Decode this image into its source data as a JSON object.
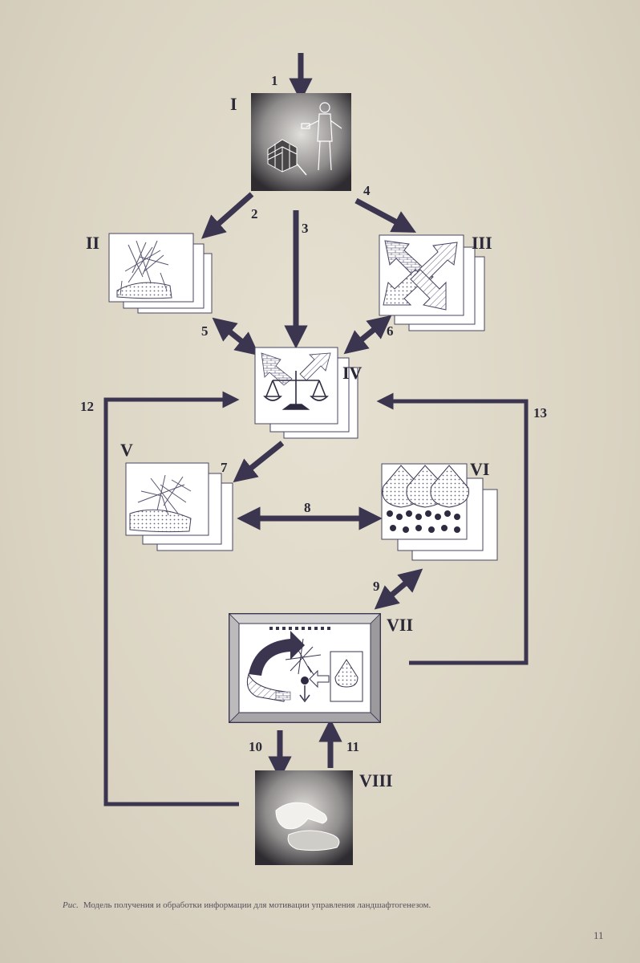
{
  "stages": {
    "I": "I",
    "II": "II",
    "III": "III",
    "IV": "IV",
    "V": "V",
    "VI": "VI",
    "VII": "VII",
    "VIII": "VIII"
  },
  "flows": {
    "f1": "1",
    "f2": "2",
    "f3": "3",
    "f4": "4",
    "f5": "5",
    "f6": "6",
    "f7": "7",
    "f8": "8",
    "f9": "9",
    "f10": "10",
    "f11": "11",
    "f12": "12",
    "f13": "13"
  },
  "caption": {
    "prefix": "Рис.",
    "text": "Модель получения и обработки информации для мотивации управления ландшафтогенезом."
  },
  "page_number": "11",
  "colors": {
    "arrow": "#3b3550",
    "paper": "#ffffff",
    "ink": "#4a4560",
    "photo_dark": "#2e2b30",
    "photo_light": "#d8d6d2"
  }
}
